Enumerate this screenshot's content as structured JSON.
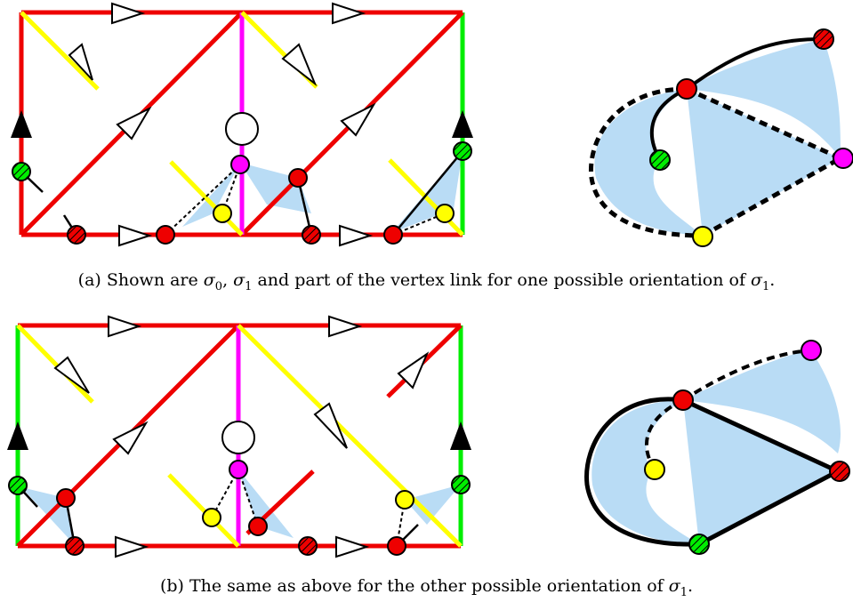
{
  "colors": {
    "red": "#ee0000",
    "yellow": "#ffff00",
    "magenta": "#ff00ff",
    "green": "#00ee00",
    "light_blue": "#b9dcf5",
    "black": "#000000",
    "white": "#ffffff"
  },
  "captions": {
    "a": {
      "prefix": "(a)",
      "text_1": "Shown are",
      "sym_1": "σ",
      "sub_1": "0",
      "sep": ",",
      "sym_2": "σ",
      "sub_2": "1",
      "text_2": "and part of the vertex link for one possible orientation of",
      "sym_3": "σ",
      "sub_3": "1",
      "end": "."
    },
    "b": {
      "prefix": "(b)",
      "text_1": "The same as above for the other possible orientation of",
      "sym_1": "σ",
      "sub_1": "1",
      "end": "."
    }
  },
  "legend_icons": [
    "white-arrow-icon",
    "black-arrow-icon",
    "hatched-vertex-icon"
  ]
}
